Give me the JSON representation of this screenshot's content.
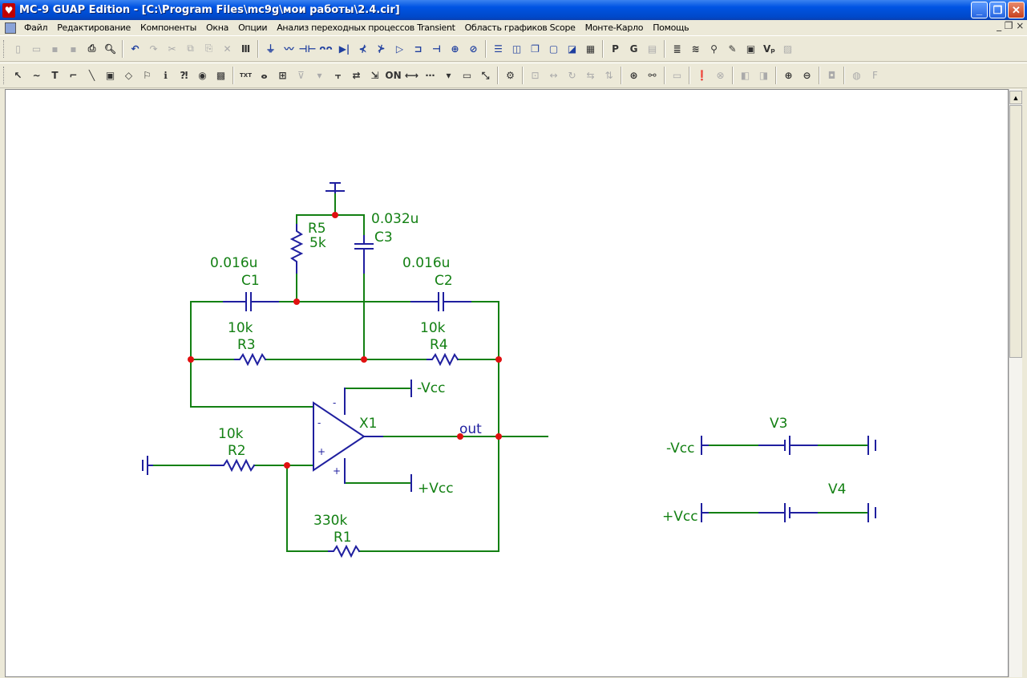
{
  "window": {
    "title": "MC-9 GUAP Edition - [C:\\Program Files\\mc9g\\мои работы\\2.4.cir]",
    "app_icon": "microcap-icon",
    "controls": {
      "minimize": "_",
      "restore": "❐",
      "close": "✕"
    }
  },
  "menu": {
    "items": [
      "Файл",
      "Редактирование",
      "Компоненты",
      "Окна",
      "Опции",
      "Анализ переходных процессов Transient",
      "Область графиков Scope",
      "Монте-Карло",
      "Помощь"
    ],
    "mdi_controls": [
      "_",
      "❐",
      "×"
    ]
  },
  "toolbar1": [
    {
      "name": "new-icon",
      "glyph": "▯",
      "dim": true
    },
    {
      "name": "open-icon",
      "glyph": "▭",
      "dim": true
    },
    {
      "name": "save-icon",
      "glyph": "▪",
      "dim": true
    },
    {
      "name": "save-all-icon",
      "glyph": "▪",
      "dim": true
    },
    {
      "name": "print-icon",
      "glyph": "⎙",
      "dim": false
    },
    {
      "name": "print-preview-icon",
      "glyph": "🔍︎",
      "dim": false
    },
    {
      "sep": true
    },
    {
      "name": "undo-icon",
      "glyph": "↶",
      "dim": false,
      "blue": true
    },
    {
      "name": "redo-icon",
      "glyph": "↷",
      "dim": true
    },
    {
      "name": "cut-icon",
      "glyph": "✂",
      "dim": true
    },
    {
      "name": "copy-icon",
      "glyph": "⧉",
      "dim": true
    },
    {
      "name": "paste-icon",
      "glyph": "⎘",
      "dim": true
    },
    {
      "name": "delete-icon",
      "glyph": "✕",
      "dim": true
    },
    {
      "name": "select-all-icon",
      "glyph": "Ⅲ",
      "dim": false
    },
    {
      "sep": true
    },
    {
      "name": "ground-icon",
      "glyph": "⏚",
      "dim": false,
      "blue": true
    },
    {
      "name": "resistor-icon",
      "glyph": "〰",
      "dim": false,
      "blue": true
    },
    {
      "name": "capacitor-icon",
      "glyph": "⊣⊢",
      "dim": false,
      "blue": true
    },
    {
      "name": "inductor-icon",
      "glyph": "ᴖᴖ",
      "dim": false,
      "blue": true
    },
    {
      "name": "diode-icon",
      "glyph": "▶|",
      "dim": false,
      "blue": true
    },
    {
      "name": "transistor-npn-icon",
      "glyph": "⊀",
      "dim": false,
      "blue": true
    },
    {
      "name": "transistor-pnp-icon",
      "glyph": "⊁",
      "dim": false,
      "blue": true
    },
    {
      "name": "opamp-icon",
      "glyph": "▷",
      "dim": false,
      "blue": true
    },
    {
      "name": "switch-icon",
      "glyph": "⊐",
      "dim": false,
      "blue": true
    },
    {
      "name": "battery-icon",
      "glyph": "⊣",
      "dim": false,
      "blue": true
    },
    {
      "name": "voltage-source-icon",
      "glyph": "⊕",
      "dim": false,
      "blue": true
    },
    {
      "name": "current-source-icon",
      "glyph": "⊘",
      "dim": false,
      "blue": true
    },
    {
      "sep": true
    },
    {
      "name": "tile-horizontal-icon",
      "glyph": "☰",
      "dim": false,
      "blue": true
    },
    {
      "name": "tile-vertical-icon",
      "glyph": "◫",
      "dim": false,
      "blue": true
    },
    {
      "name": "cascade-icon",
      "glyph": "❐",
      "dim": false,
      "blue": true
    },
    {
      "name": "maximize-window-icon",
      "glyph": "▢",
      "dim": false,
      "blue": true
    },
    {
      "name": "window-split-icon",
      "glyph": "◪",
      "dim": false,
      "blue": true
    },
    {
      "name": "calculator-icon",
      "glyph": "▦",
      "dim": false
    },
    {
      "sep": true
    },
    {
      "name": "probe-p-icon",
      "glyph": "P",
      "dim": false
    },
    {
      "name": "probe-g-icon",
      "glyph": "G",
      "dim": false
    },
    {
      "name": "component-list-icon",
      "glyph": "▤",
      "dim": true
    },
    {
      "sep": true
    },
    {
      "name": "netlist-icon",
      "glyph": "≣",
      "dim": false
    },
    {
      "name": "waveform-icon",
      "glyph": "≋",
      "dim": false
    },
    {
      "name": "probe-tool-icon",
      "glyph": "⚲",
      "dim": false
    },
    {
      "name": "pen-icon",
      "glyph": "✎",
      "dim": false
    },
    {
      "name": "grid-view-icon",
      "glyph": "▣",
      "dim": false
    },
    {
      "name": "vp-icon",
      "glyph": "Vₚ",
      "dim": false
    },
    {
      "name": "disabled-tool-icon",
      "glyph": "▨",
      "dim": true
    }
  ],
  "toolbar2": [
    {
      "name": "select-mode-icon",
      "glyph": "↖",
      "dim": false
    },
    {
      "name": "wire-mode-icon",
      "glyph": "∼",
      "dim": false
    },
    {
      "name": "text-mode-icon",
      "glyph": "T",
      "dim": false
    },
    {
      "name": "orthogonal-wire-icon",
      "glyph": "⌐",
      "dim": false
    },
    {
      "name": "diagonal-wire-icon",
      "glyph": "╲",
      "dim": false
    },
    {
      "name": "info-box-icon",
      "glyph": "▣",
      "dim": false
    },
    {
      "name": "shapes-icon",
      "glyph": "◇",
      "dim": false
    },
    {
      "name": "flag-icon",
      "glyph": "⚐",
      "dim": false
    },
    {
      "name": "info-icon",
      "glyph": "ℹ",
      "dim": false
    },
    {
      "name": "help-mode-icon",
      "glyph": "⁈",
      "dim": false
    },
    {
      "name": "point-mode-icon",
      "glyph": "◉",
      "dim": false
    },
    {
      "name": "toggle-icon",
      "glyph": "▩",
      "dim": false
    },
    {
      "sep": true
    },
    {
      "name": "text-toggle-icon",
      "glyph": "TXT",
      "dim": false
    },
    {
      "name": "attribute-text-icon",
      "glyph": "ⴰ",
      "dim": false
    },
    {
      "name": "pin-connection-icon",
      "glyph": "⊞",
      "dim": false
    },
    {
      "name": "node-numbers-icon",
      "glyph": "⊽",
      "dim": true
    },
    {
      "name": "dropdown-icon",
      "glyph": "▾",
      "dim": true
    },
    {
      "name": "pin-markers-icon",
      "glyph": "⫟",
      "dim": false
    },
    {
      "name": "node-voltages-icon",
      "glyph": "⇄",
      "dim": false
    },
    {
      "name": "current-arrows-icon",
      "glyph": "⇲",
      "dim": false
    },
    {
      "name": "on-states-icon",
      "glyph": "ON",
      "dim": false
    },
    {
      "name": "wire-junction-icon",
      "glyph": "⟷",
      "dim": false
    },
    {
      "name": "grid-icon",
      "glyph": "⋯",
      "dim": false
    },
    {
      "name": "grid-dropdown-icon",
      "glyph": "▾",
      "dim": false
    },
    {
      "name": "border-icon",
      "glyph": "▭",
      "dim": false
    },
    {
      "name": "title-icon",
      "glyph": "⤡",
      "dim": false
    },
    {
      "sep": true
    },
    {
      "name": "properties-icon",
      "glyph": "⚙",
      "dim": false
    },
    {
      "sep": true
    },
    {
      "name": "align-icon",
      "glyph": "⊡",
      "dim": true
    },
    {
      "name": "mirror-icon",
      "glyph": "↔",
      "dim": true
    },
    {
      "name": "rotate-icon",
      "glyph": "↻",
      "dim": true
    },
    {
      "name": "flip-x-icon",
      "glyph": "⇆",
      "dim": true
    },
    {
      "name": "flip-y-icon",
      "glyph": "⇅",
      "dim": true
    },
    {
      "sep": true
    },
    {
      "name": "find-icon",
      "glyph": "⊛",
      "dim": false
    },
    {
      "name": "binoculars-icon",
      "glyph": "⚯",
      "dim": false
    },
    {
      "sep": true
    },
    {
      "name": "speech-icon",
      "glyph": "▭",
      "dim": true
    },
    {
      "sep": true
    },
    {
      "name": "warning-icon",
      "glyph": "❗",
      "dim": true
    },
    {
      "name": "stop-icon",
      "glyph": "⊗",
      "dim": true
    },
    {
      "sep": true
    },
    {
      "name": "page-back-icon",
      "glyph": "◧",
      "dim": true
    },
    {
      "name": "page-forward-icon",
      "glyph": "◨",
      "dim": true
    },
    {
      "sep": true
    },
    {
      "name": "zoom-in-icon",
      "glyph": "⊕",
      "dim": false
    },
    {
      "name": "zoom-out-icon",
      "glyph": "⊖",
      "dim": false
    },
    {
      "sep": true
    },
    {
      "name": "camera-icon",
      "glyph": "◘",
      "dim": true
    },
    {
      "sep": true
    },
    {
      "name": "sphere-icon",
      "glyph": "◍",
      "dim": true
    },
    {
      "name": "function-icon",
      "glyph": "F",
      "dim": true
    }
  ],
  "schematic": {
    "labels": {
      "r5_name": "R5",
      "r5_value": "5k",
      "c3_value": "0.032u",
      "c3_name": "C3",
      "c1_value": "0.016u",
      "c1_name": "C1",
      "c2_value": "0.016u",
      "c2_name": "C2",
      "r3_value": "10k",
      "r3_name": "R3",
      "r4_value": "10k",
      "r4_name": "R4",
      "neg_vcc_opamp": "-Vcc",
      "x1_name": "X1",
      "out_label": "out",
      "r2_value": "10k",
      "r2_name": "R2",
      "pos_vcc_opamp": "+Vcc",
      "r1_value": "330k",
      "r1_name": "R1",
      "v3_name": "V3",
      "v3_node": "-Vcc",
      "v4_name": "V4",
      "v4_node": "+Vcc",
      "opamp_minus_top": "-",
      "opamp_minus": "-",
      "opamp_plus": "+",
      "opamp_plus_bottom": "+"
    },
    "colors": {
      "wire": "#138013",
      "component": "#1f1f9f",
      "node_dot": "#e01010",
      "label": "#138013",
      "node_label": "#1f1f9f"
    }
  },
  "scrollbar": {
    "up_arrow": "▲"
  }
}
